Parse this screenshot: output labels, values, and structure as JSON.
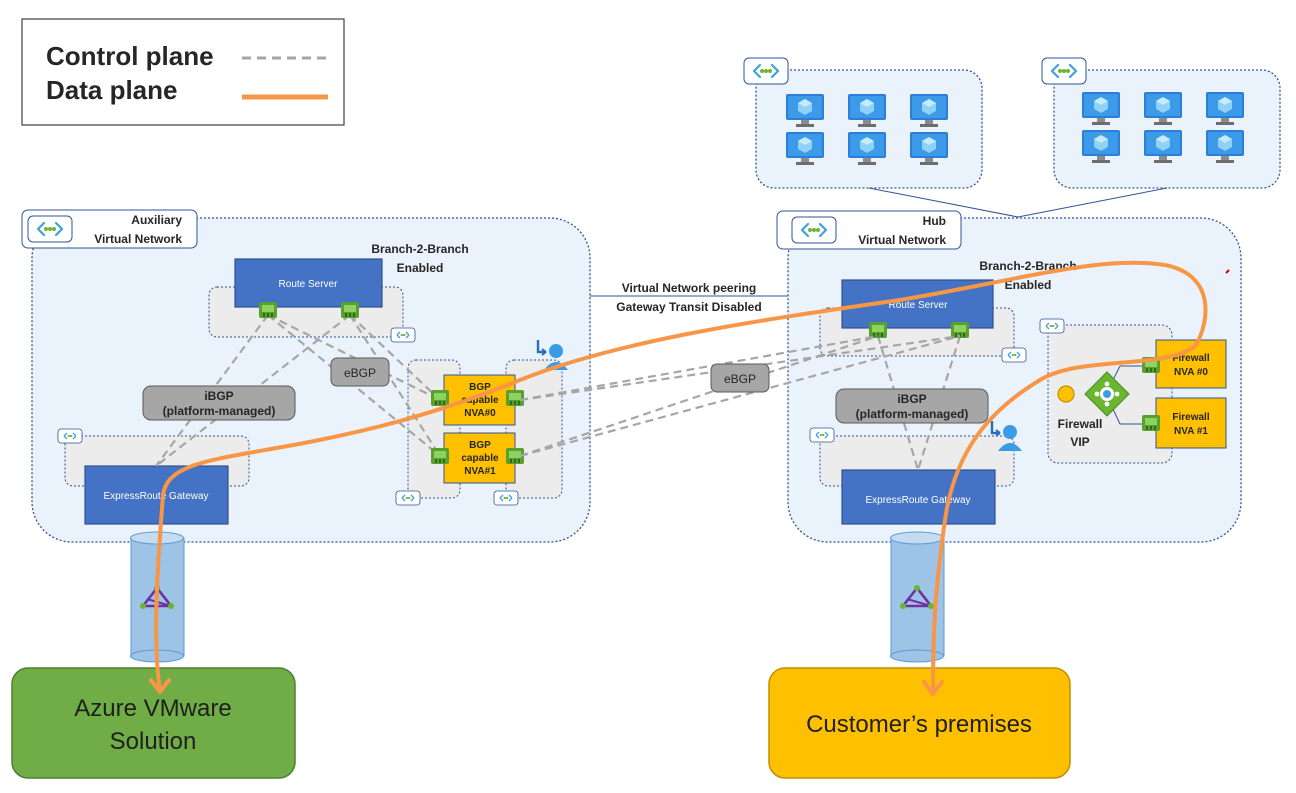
{
  "legend": {
    "control_plane": "Control plane",
    "data_plane": "Data plane",
    "control_color": "#a6a6a6",
    "data_color": "#f79646"
  },
  "colors": {
    "vnet_fill": "#eaf3fb",
    "vnet_border": "#2e5597",
    "box_blue": "#4472c4",
    "box_blue_border": "#2f528f",
    "nva_yellow": "#ffc000",
    "pill_gray": "#a6a6a6",
    "azure_vmware": "#70ad47",
    "customer": "#ffc000"
  },
  "aux_vnet": {
    "title_line1": "Auxiliary",
    "title_line2": "Virtual Network",
    "b2b_line1": "Branch-2-Branch",
    "b2b_line2": "Enabled",
    "route_server": "Route Server",
    "ebgp": "eBGP",
    "ibgp_line1": "iBGP",
    "ibgp_line2": "(platform-managed)",
    "er_gateway": "ExpressRoute Gateway",
    "nva0": [
      "BGP",
      "capable",
      "NVA#0"
    ],
    "nva1": [
      "BGP",
      "capable",
      "NVA#1"
    ]
  },
  "peering": {
    "line1": "Virtual Network  peering",
    "line2": "Gateway Transit Disabled",
    "ebgp": "eBGP"
  },
  "hub_vnet": {
    "title_line1": "Hub",
    "title_line2": "Virtual Network",
    "b2b_line1": "Branch-2-Branch",
    "b2b_line2": "Enabled",
    "route_server": "Route Server",
    "ibgp_line1": "iBGP",
    "ibgp_line2": "(platform-managed)",
    "er_gateway": "ExpressRoute Gateway",
    "firewall_line1": "Firewall",
    "firewall_line2": "VIP",
    "fw0": [
      "Firewall",
      "NVA #0"
    ],
    "fw1": [
      "Firewall",
      "NVA #1"
    ]
  },
  "destinations": {
    "azure_line1": "Azure VMware",
    "azure_line2": "Solution",
    "customer": "Customer’s premises"
  },
  "icons": [
    "vnet-icon",
    "vm-icon",
    "nic-icon",
    "user-icon",
    "load-balancer-icon",
    "expressroute-circuit-icon"
  ]
}
